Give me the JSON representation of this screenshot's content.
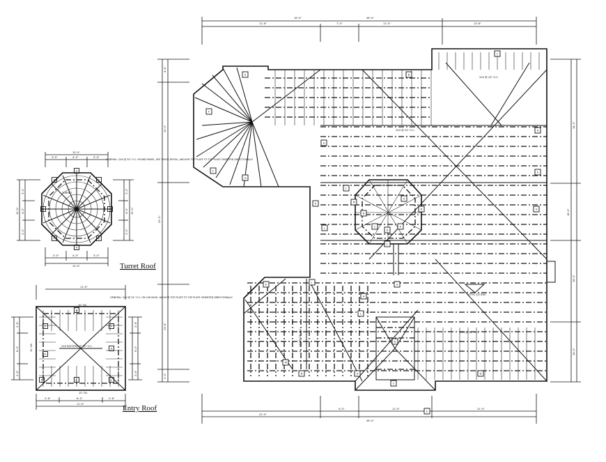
{
  "titles": {
    "turret": "Turret Roof",
    "entry": "Entry Roof"
  },
  "main_plan": {
    "overall_top": "46'-0\"",
    "overall_bottom": "46'-0\"",
    "top_segments": [
      "11'-6\"",
      "7'-0\"",
      "11'-0\"",
      "13'-6\""
    ],
    "top_sub": "16'-0\"",
    "bottom_segments": [
      "22'-0\"",
      "4'-0\"",
      "11'-0\"",
      "21'-0\""
    ],
    "left_segments": [
      "4'-6\"",
      "12'-0\"",
      "22'-0\"",
      "13'-6\"",
      "1'-0\""
    ],
    "right_segments": [
      "14'-0\"",
      "16'-0\"",
      "18'-0\"",
      "14'-0\""
    ],
    "notes": [
      "2X4 @ 24\" O.C.",
      "2X4 @ 24\" O.C.",
      "2X4 @ 24\" O.C.",
      "2X4 @ 24\" O.C.",
      "ATTIC ACCESS"
    ]
  },
  "turret": {
    "top_dim": "10'-0\"",
    "top_sub": [
      "3'-0\"",
      "4'-0\"",
      "3'-0\""
    ],
    "bottom_dim": "10'-0\"",
    "bottom_sub": [
      "3'-0\"",
      "4'-0\"",
      "3'-0\""
    ],
    "left_dim": "10'-0\"",
    "right_dim": "10'-0\"",
    "side_sub": [
      "3'-0\"",
      "4'-0\"",
      "3'-0\""
    ],
    "note": "GENERAL: 2X4 @ 24\" O.C. ROUND PANEL, SEE TRUSS DETAIL, ANCHOR TOP PLATE TO TOP PLATE ORIENTED DIRECTIONALLY"
  },
  "entry": {
    "top_dim": "11'-0\"",
    "top_sub": "10' OA",
    "bottom_dim": "11'-0\"",
    "bottom_sub": [
      "2'-6\"",
      "6'-0\"",
      "2'-6\""
    ],
    "bottom_oa": "10' OA",
    "left_dims": [
      "2'-6\"",
      "6'-0\"",
      "2'-6\""
    ],
    "left_oa": "10' OA",
    "right_dims": [
      "2'-6\"",
      "6'-0\"",
      "2'-6\""
    ],
    "center_note": "2X4 RAFTERS @ 24\" O.C.",
    "note": "GENERAL: 2X4 @ 24\" O.C. ON 1X6 BLKG. ANCHOR TOP PLATE TO TOP PLATE ORIENTED DIRECTIONALLY"
  },
  "truss_tags": [
    "A",
    "B",
    "C",
    "D",
    "E",
    "F",
    "G",
    "H",
    "J",
    "K",
    "L",
    "M",
    "N"
  ]
}
